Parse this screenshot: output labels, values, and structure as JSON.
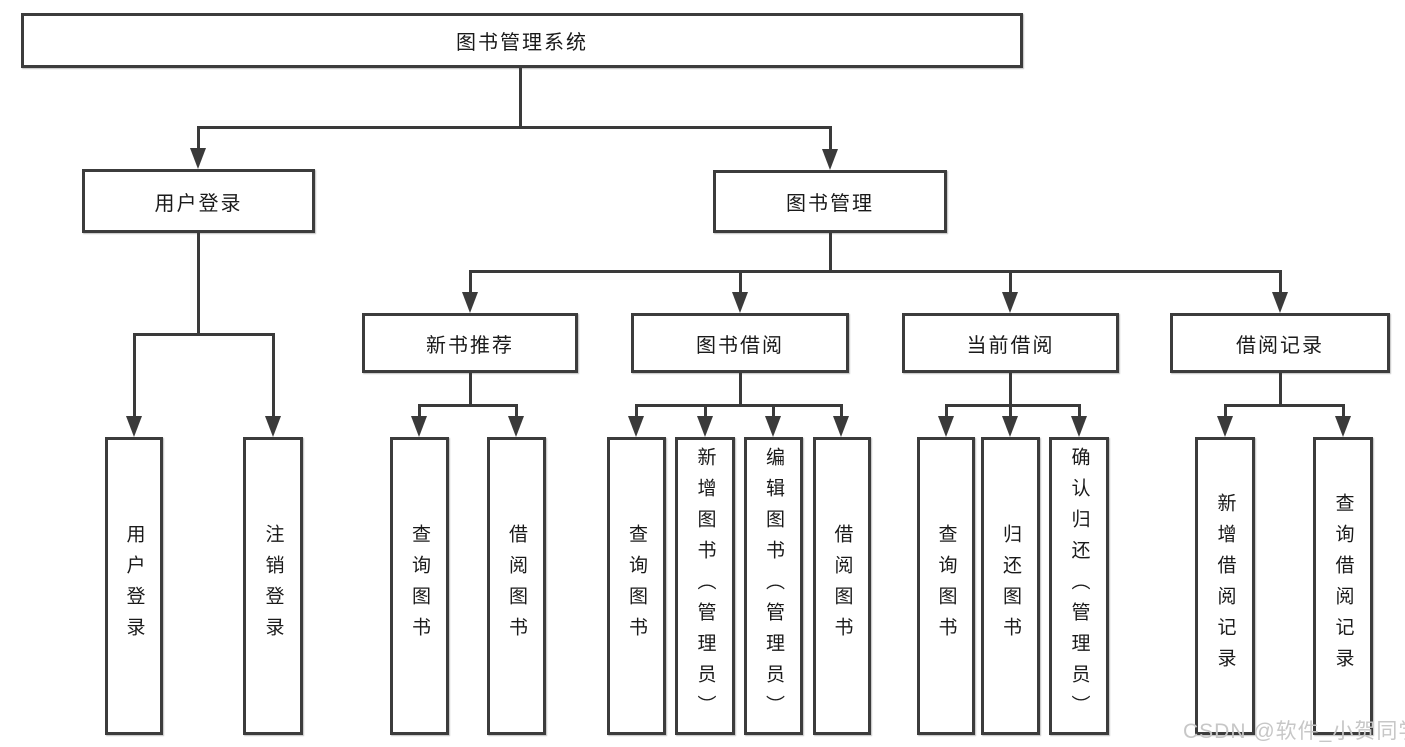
{
  "tree": {
    "root": "图书管理系统",
    "login_branch": {
      "label": "用户登录",
      "leaves": [
        "用户登录",
        "注销登录"
      ]
    },
    "mgmt_branch": {
      "label": "图书管理",
      "children": [
        {
          "label": "新书推荐",
          "leaves": [
            "查询图书",
            "借阅图书"
          ]
        },
        {
          "label": "图书借阅",
          "leaves": [
            "查询图书",
            "新增图书（管理员）",
            "编辑图书（管理员）",
            "借阅图书"
          ]
        },
        {
          "label": "当前借阅",
          "leaves": [
            "查询图书",
            "归还图书",
            "确认归还（管理员）"
          ]
        },
        {
          "label": "借阅记录",
          "leaves": [
            "新增借阅记录",
            "查询借阅记录"
          ]
        }
      ]
    }
  },
  "watermark": "CSDN @软件_小贺同学",
  "colors": {
    "line": "#3a3a3a",
    "box_border": "#3c3c3c",
    "text": "#1a1a1a",
    "watermark": "#c7c7c7",
    "background": "#ffffff"
  }
}
